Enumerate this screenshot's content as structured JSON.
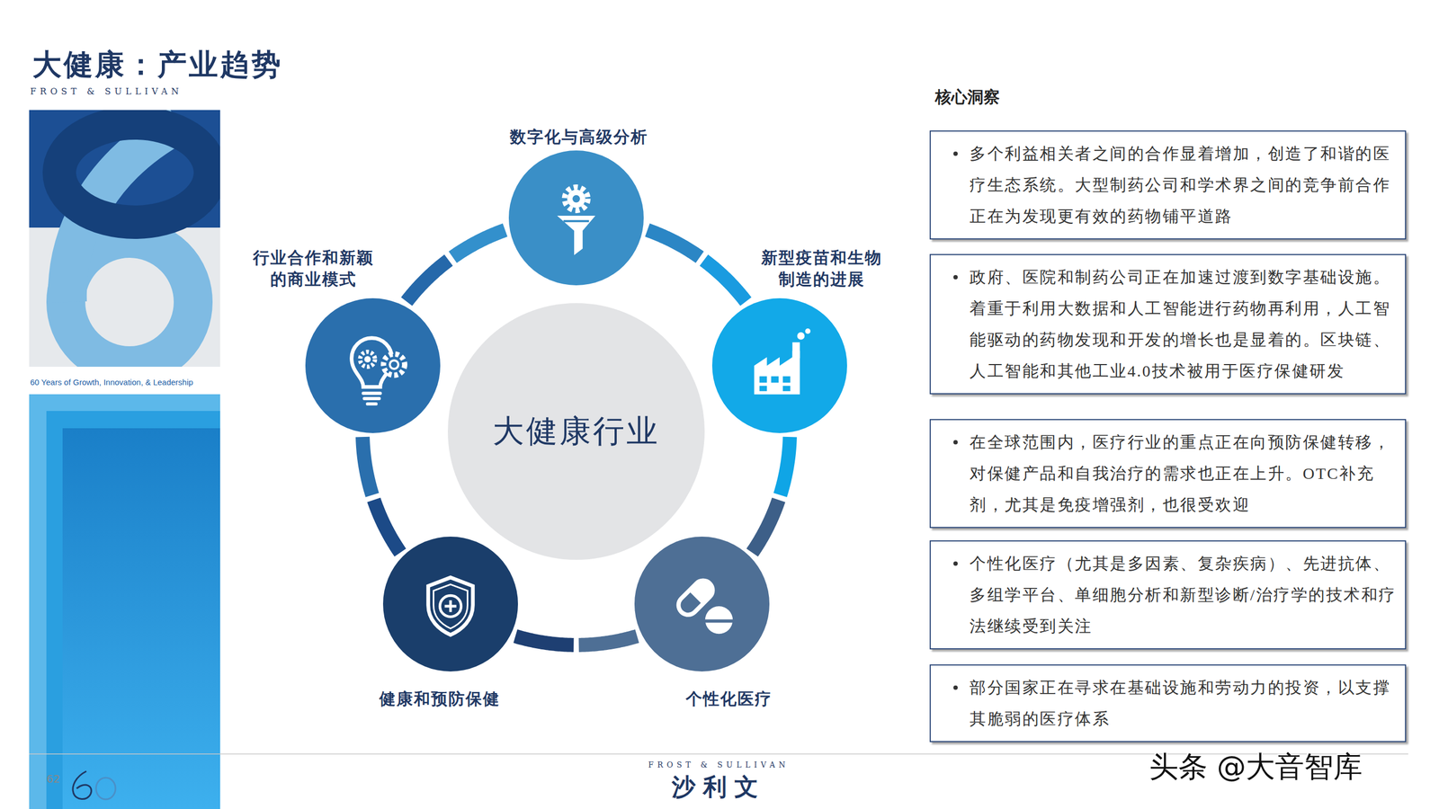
{
  "diagram": {
    "title": "大健康：产业趋势",
    "nodes": [
      {
        "text": [
          "大健康行业"
        ]
      },
      {
        "text": [
          "数字化与高级分析"
        ]
      },
      {
        "text": [
          "新型疫苗和生物 制造的进展"
        ]
      },
      {
        "text": [
          "个性化医疗"
        ]
      },
      {
        "text": [
          "健康和预防保健"
        ]
      },
      {
        "text": [
          "行业合作和新颖 的商业模式"
        ]
      },
      {
        "text": [
          "多个利益相关者之间的合作显着增加，创造了和谐的医疗生态系统。大型制药公司和学术界之间的竞争前合作正在为发现更有效的药物铺平道路"
        ]
      },
      {
        "text": [
          "政府、医院和制药公司正在加速过渡到数字基础设施。着重于利用大数据和人工智能进行药物再利用，人工智能驱动的药物发现和开发的增长也是显着的。区块链、人工智能和其他工业4.0技术被用于医疗保健研发"
        ]
      },
      {
        "text": [
          "在全球范围内，医疗行业的重点正在向预防保健转移，对保健产品和自我治疗的需求也正在上升。OTC补充剂，尤其是免疫增强剂，也很受欢迎"
        ]
      },
      {
        "text": [
          "个性化医疗（尤其是多因素、复杂疾病）、先进抗体、多组学平台、单细胞分析和新型诊断/治疗学的技术和疗法继续受到关注"
        ]
      },
      {
        "text": [
          "部分国家正在寻求在基础设施和劳动力的投资，以支撑其脆弱的医疗体系"
        ]
      }
    ],
    "edges": [
      {
        "from": 1,
        "to": 2,
        "arrow": "none"
      },
      {
        "from": 2,
        "to": 3,
        "arrow": "none"
      },
      {
        "from": 3,
        "to": 4,
        "arrow": "none"
      },
      {
        "from": 4,
        "to": 5,
        "arrow": "none"
      },
      {
        "from": 5,
        "to": 1,
        "arrow": "none"
      }
    ],
    "labels": [
      "FROST & SULLIVAN",
      "60 Years of Growth, Innovation, & Leadership",
      "核心洞察",
      "62",
      "FROST & SULLIVAN",
      "沙利文",
      "头条 @大音智库"
    ]
  }
}
